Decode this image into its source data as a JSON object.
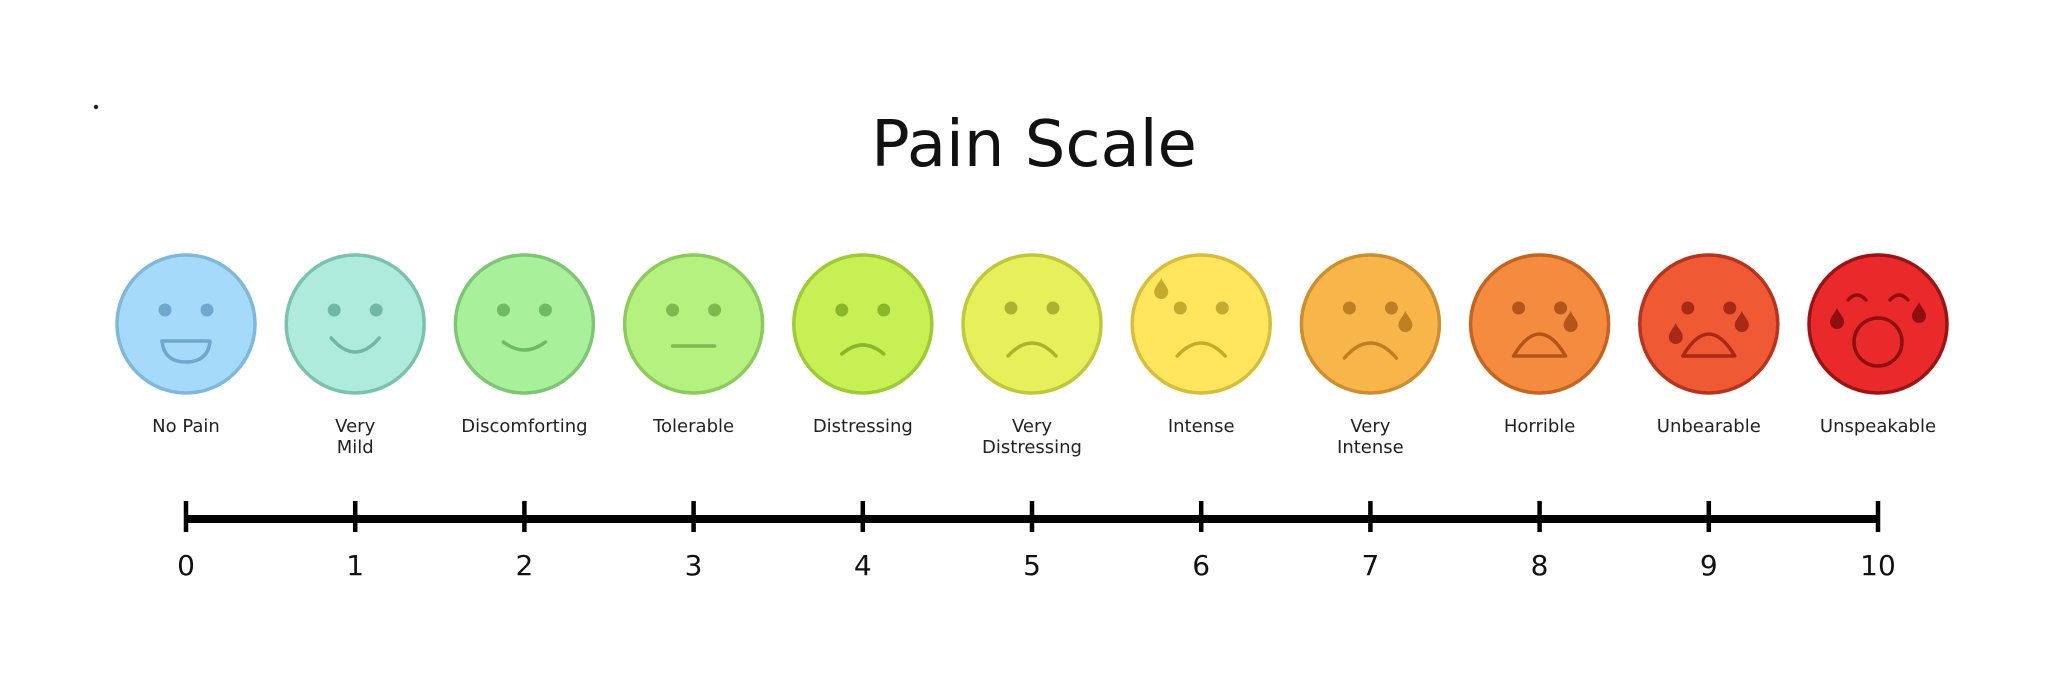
{
  "title": "Pain Scale",
  "levels": [
    {
      "value": "0",
      "label_lines": [
        "No Pain"
      ],
      "face": "big-smile",
      "fill": "#A6DAFA",
      "stroke": "#7DB8DE",
      "feature": "#6FA7CF"
    },
    {
      "value": "1",
      "label_lines": [
        "Very",
        "Mild"
      ],
      "face": "smile",
      "fill": "#AEEBDD",
      "stroke": "#79C2AE",
      "feature": "#6FB8A4"
    },
    {
      "value": "2",
      "label_lines": [
        "Discomforting"
      ],
      "face": "small-smile",
      "fill": "#A9F09B",
      "stroke": "#7DC772",
      "feature": "#6FBA64"
    },
    {
      "value": "3",
      "label_lines": [
        "Tolerable"
      ],
      "face": "neutral",
      "fill": "#B5F17F",
      "stroke": "#8BCB59",
      "feature": "#7DB94E"
    },
    {
      "value": "4",
      "label_lines": [
        "Distressing"
      ],
      "face": "slight-frown",
      "fill": "#C6F054",
      "stroke": "#9CCB32",
      "feature": "#8AB62A"
    },
    {
      "value": "5",
      "label_lines": [
        "Very",
        "Distressing"
      ],
      "face": "frown",
      "fill": "#E6F05A",
      "stroke": "#BFC938",
      "feature": "#AAB32F"
    },
    {
      "value": "6",
      "label_lines": [
        "Intense"
      ],
      "face": "frown-sweat",
      "fill": "#FFE65C",
      "stroke": "#D8BE36",
      "feature": "#C6AA2E"
    },
    {
      "value": "7",
      "label_lines": [
        "Very",
        "Intense"
      ],
      "face": "frown-tear",
      "fill": "#F8B64A",
      "stroke": "#CF8E2D",
      "feature": "#BE7E24"
    },
    {
      "value": "8",
      "label_lines": [
        "Horrible"
      ],
      "face": "cry-open",
      "fill": "#F48B3E",
      "stroke": "#C5641F",
      "feature": "#B0561A"
    },
    {
      "value": "9",
      "label_lines": [
        "Unbearable"
      ],
      "face": "cry-two",
      "fill": "#EF5A35",
      "stroke": "#B9331B",
      "feature": "#A62A15"
    },
    {
      "value": "10",
      "label_lines": [
        "Unspeakable"
      ],
      "face": "scream",
      "fill": "#EA2A2A",
      "stroke": "#9E1212",
      "feature": "#8E0F0F"
    }
  ]
}
